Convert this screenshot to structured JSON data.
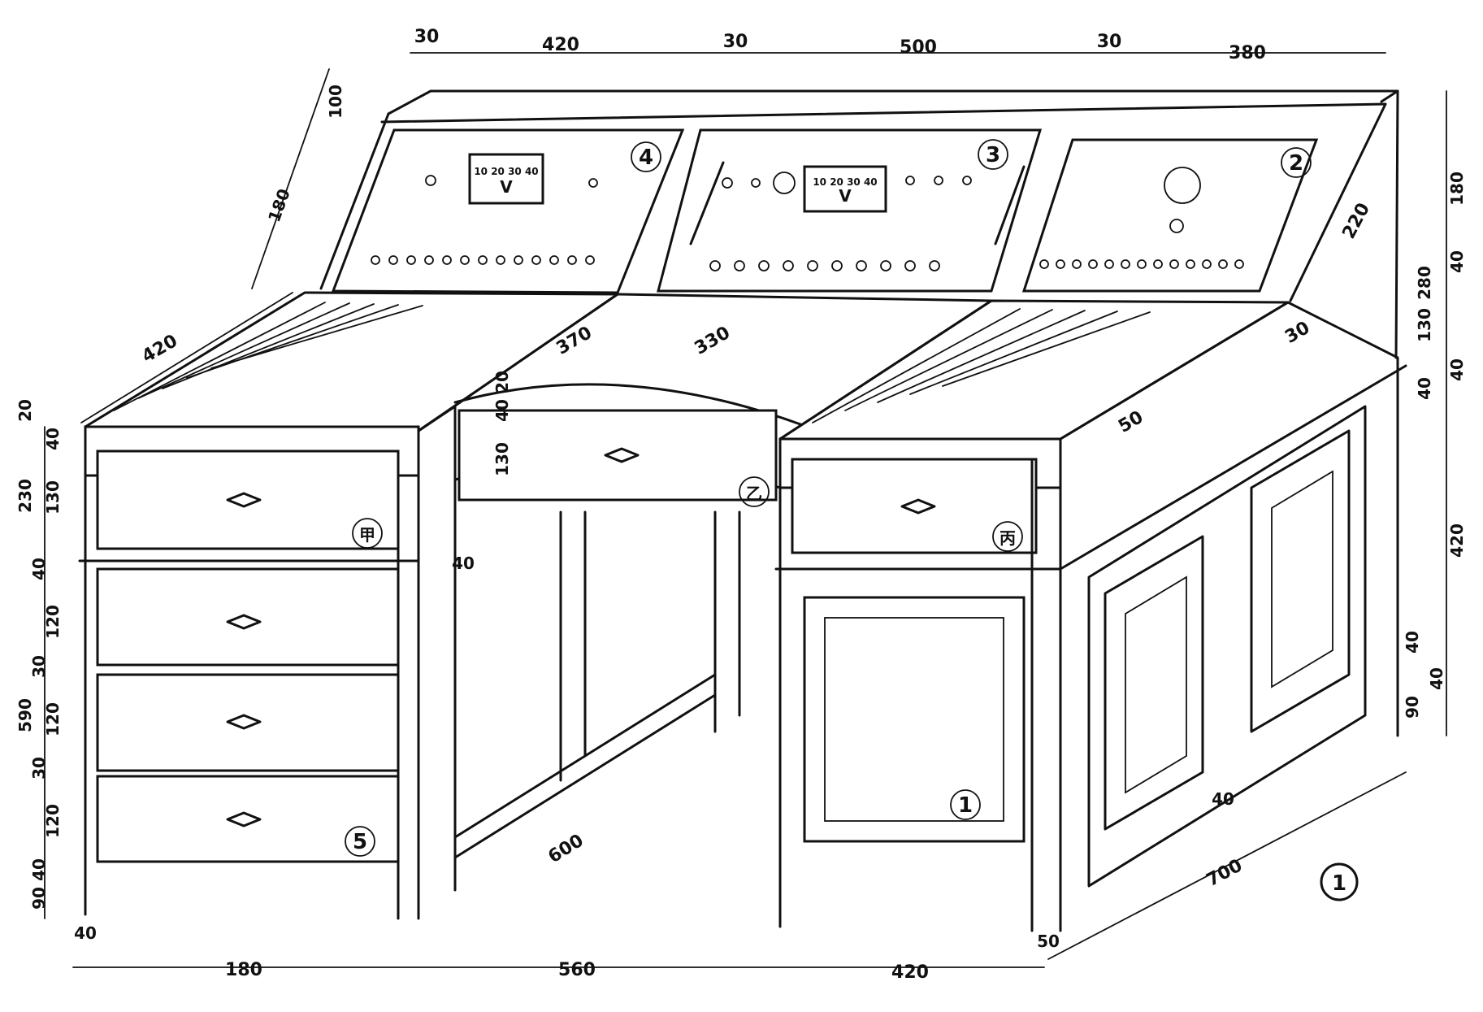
{
  "figure_number": "1",
  "parts": [
    {
      "id": "p1",
      "label": "1"
    },
    {
      "id": "p2",
      "label": "2"
    },
    {
      "id": "p3",
      "label": "3"
    },
    {
      "id": "p4",
      "label": "4"
    },
    {
      "id": "p5",
      "label": "5"
    },
    {
      "id": "jia",
      "label": "甲"
    },
    {
      "id": "yi",
      "label": "乙"
    },
    {
      "id": "bing",
      "label": "丙"
    }
  ],
  "meter_label": "V",
  "meter_scale": "10 20 30 40",
  "dimensions": {
    "top": [
      "30",
      "420",
      "30",
      "500",
      "30",
      "380"
    ],
    "bottom": [
      "180",
      "560",
      "420",
      "700",
      "50"
    ],
    "left_vertical": [
      "20",
      "40",
      "230",
      "130",
      "40",
      "120",
      "30",
      "590",
      "120",
      "30",
      "120",
      "40",
      "90",
      "40"
    ],
    "right_vertical": [
      "180",
      "40",
      "280",
      "130",
      "40",
      "40",
      "420",
      "40",
      "40",
      "90",
      "40"
    ],
    "diagonal": [
      "100",
      "180",
      "420",
      "370",
      "330",
      "220",
      "30",
      "50",
      "600"
    ],
    "desk_center": [
      "20",
      "40",
      "130",
      "40"
    ]
  },
  "colors": {
    "ink": "#111111",
    "paper": "#ffffff"
  }
}
